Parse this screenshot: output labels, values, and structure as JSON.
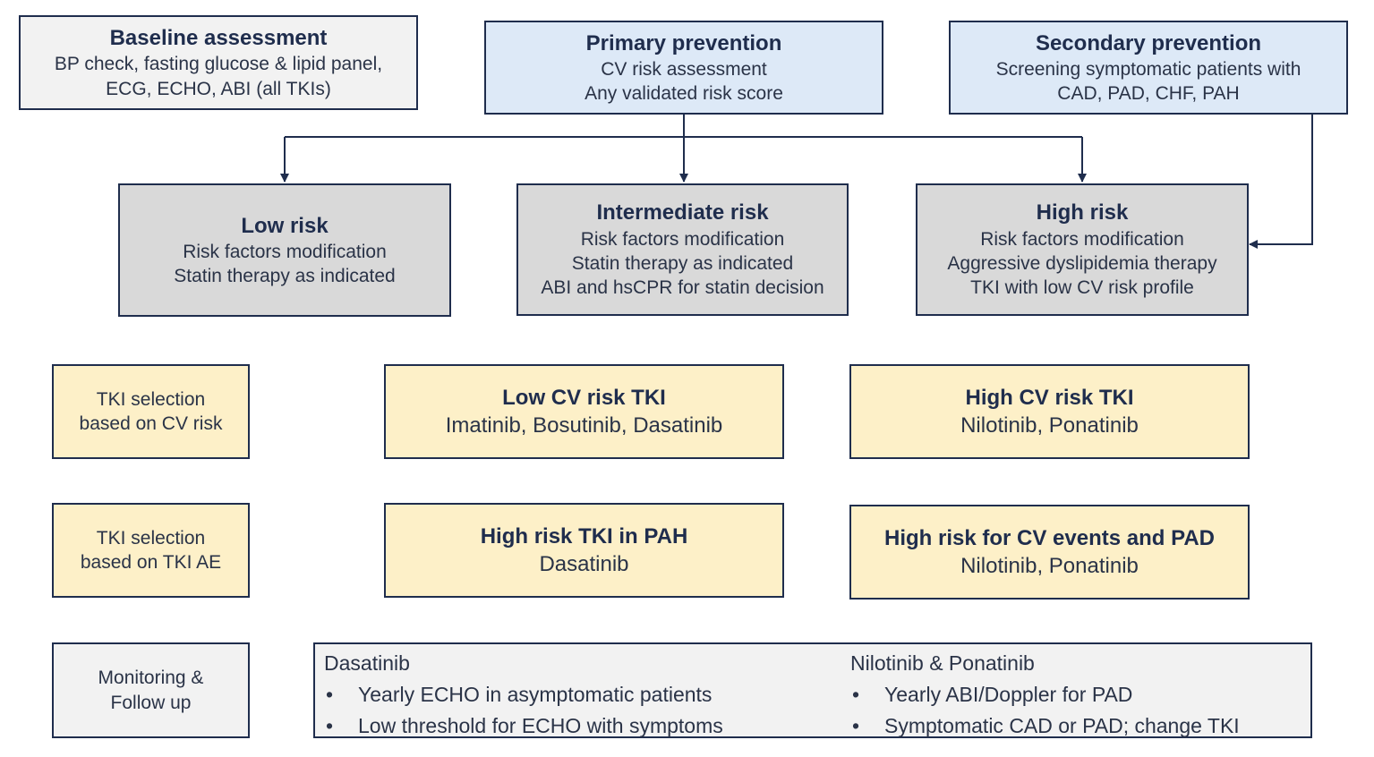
{
  "row1": {
    "baseline": {
      "title": "Baseline assessment",
      "lines": [
        "BP check, fasting glucose & lipid panel,",
        "ECG, ECHO, ABI (all TKIs)"
      ]
    },
    "primary": {
      "title": "Primary prevention",
      "lines": [
        "CV risk assessment",
        "Any validated risk score"
      ]
    },
    "secondary": {
      "title": "Secondary prevention",
      "lines": [
        "Screening symptomatic patients with",
        "CAD, PAD, CHF, PAH"
      ]
    }
  },
  "row2": {
    "low": {
      "title": "Low risk",
      "lines": [
        "Risk factors modification",
        "Statin therapy as indicated"
      ]
    },
    "intermediate": {
      "title": "Intermediate risk",
      "lines": [
        "Risk factors modification",
        "Statin therapy as indicated",
        "ABI and hsCPR for statin decision"
      ]
    },
    "high": {
      "title": "High risk",
      "lines": [
        "Risk factors modification",
        "Aggressive dyslipidemia therapy",
        "TKI with low CV risk profile"
      ]
    }
  },
  "row3": {
    "label": {
      "lines": [
        "TKI selection",
        "based on CV risk"
      ]
    },
    "low_cv": {
      "title": "Low CV risk TKI",
      "lines": [
        "Imatinib, Bosutinib, Dasatinib"
      ]
    },
    "high_cv": {
      "title": "High CV risk TKI",
      "lines": [
        "Nilotinib, Ponatinib"
      ]
    }
  },
  "row4": {
    "label": {
      "lines": [
        "TKI selection",
        "based on TKI AE"
      ]
    },
    "pah": {
      "title": "High risk TKI in PAH",
      "lines": [
        "Dasatinib"
      ]
    },
    "pad": {
      "title": "High risk for CV events and PAD",
      "lines": [
        "Nilotinib, Ponatinib"
      ]
    }
  },
  "row5": {
    "label": {
      "lines": [
        "Monitoring &",
        "Follow up"
      ]
    },
    "left": {
      "heading": "Dasatinib",
      "bullets": [
        "Yearly ECHO in asymptomatic patients",
        "Low threshold for ECHO with symptoms"
      ]
    },
    "right": {
      "heading": "Nilotinib & Ponatinib",
      "bullets": [
        "Yearly ABI/Doppler for PAD",
        "Symptomatic CAD or PAD; change TKI"
      ]
    },
    "bullet_char": "•"
  },
  "colors": {
    "border": "#1f2d4d",
    "blue": "#dde9f7",
    "gray": "#d9d9d9",
    "yellow": "#fdf0c8",
    "white": "#f2f2f2"
  }
}
